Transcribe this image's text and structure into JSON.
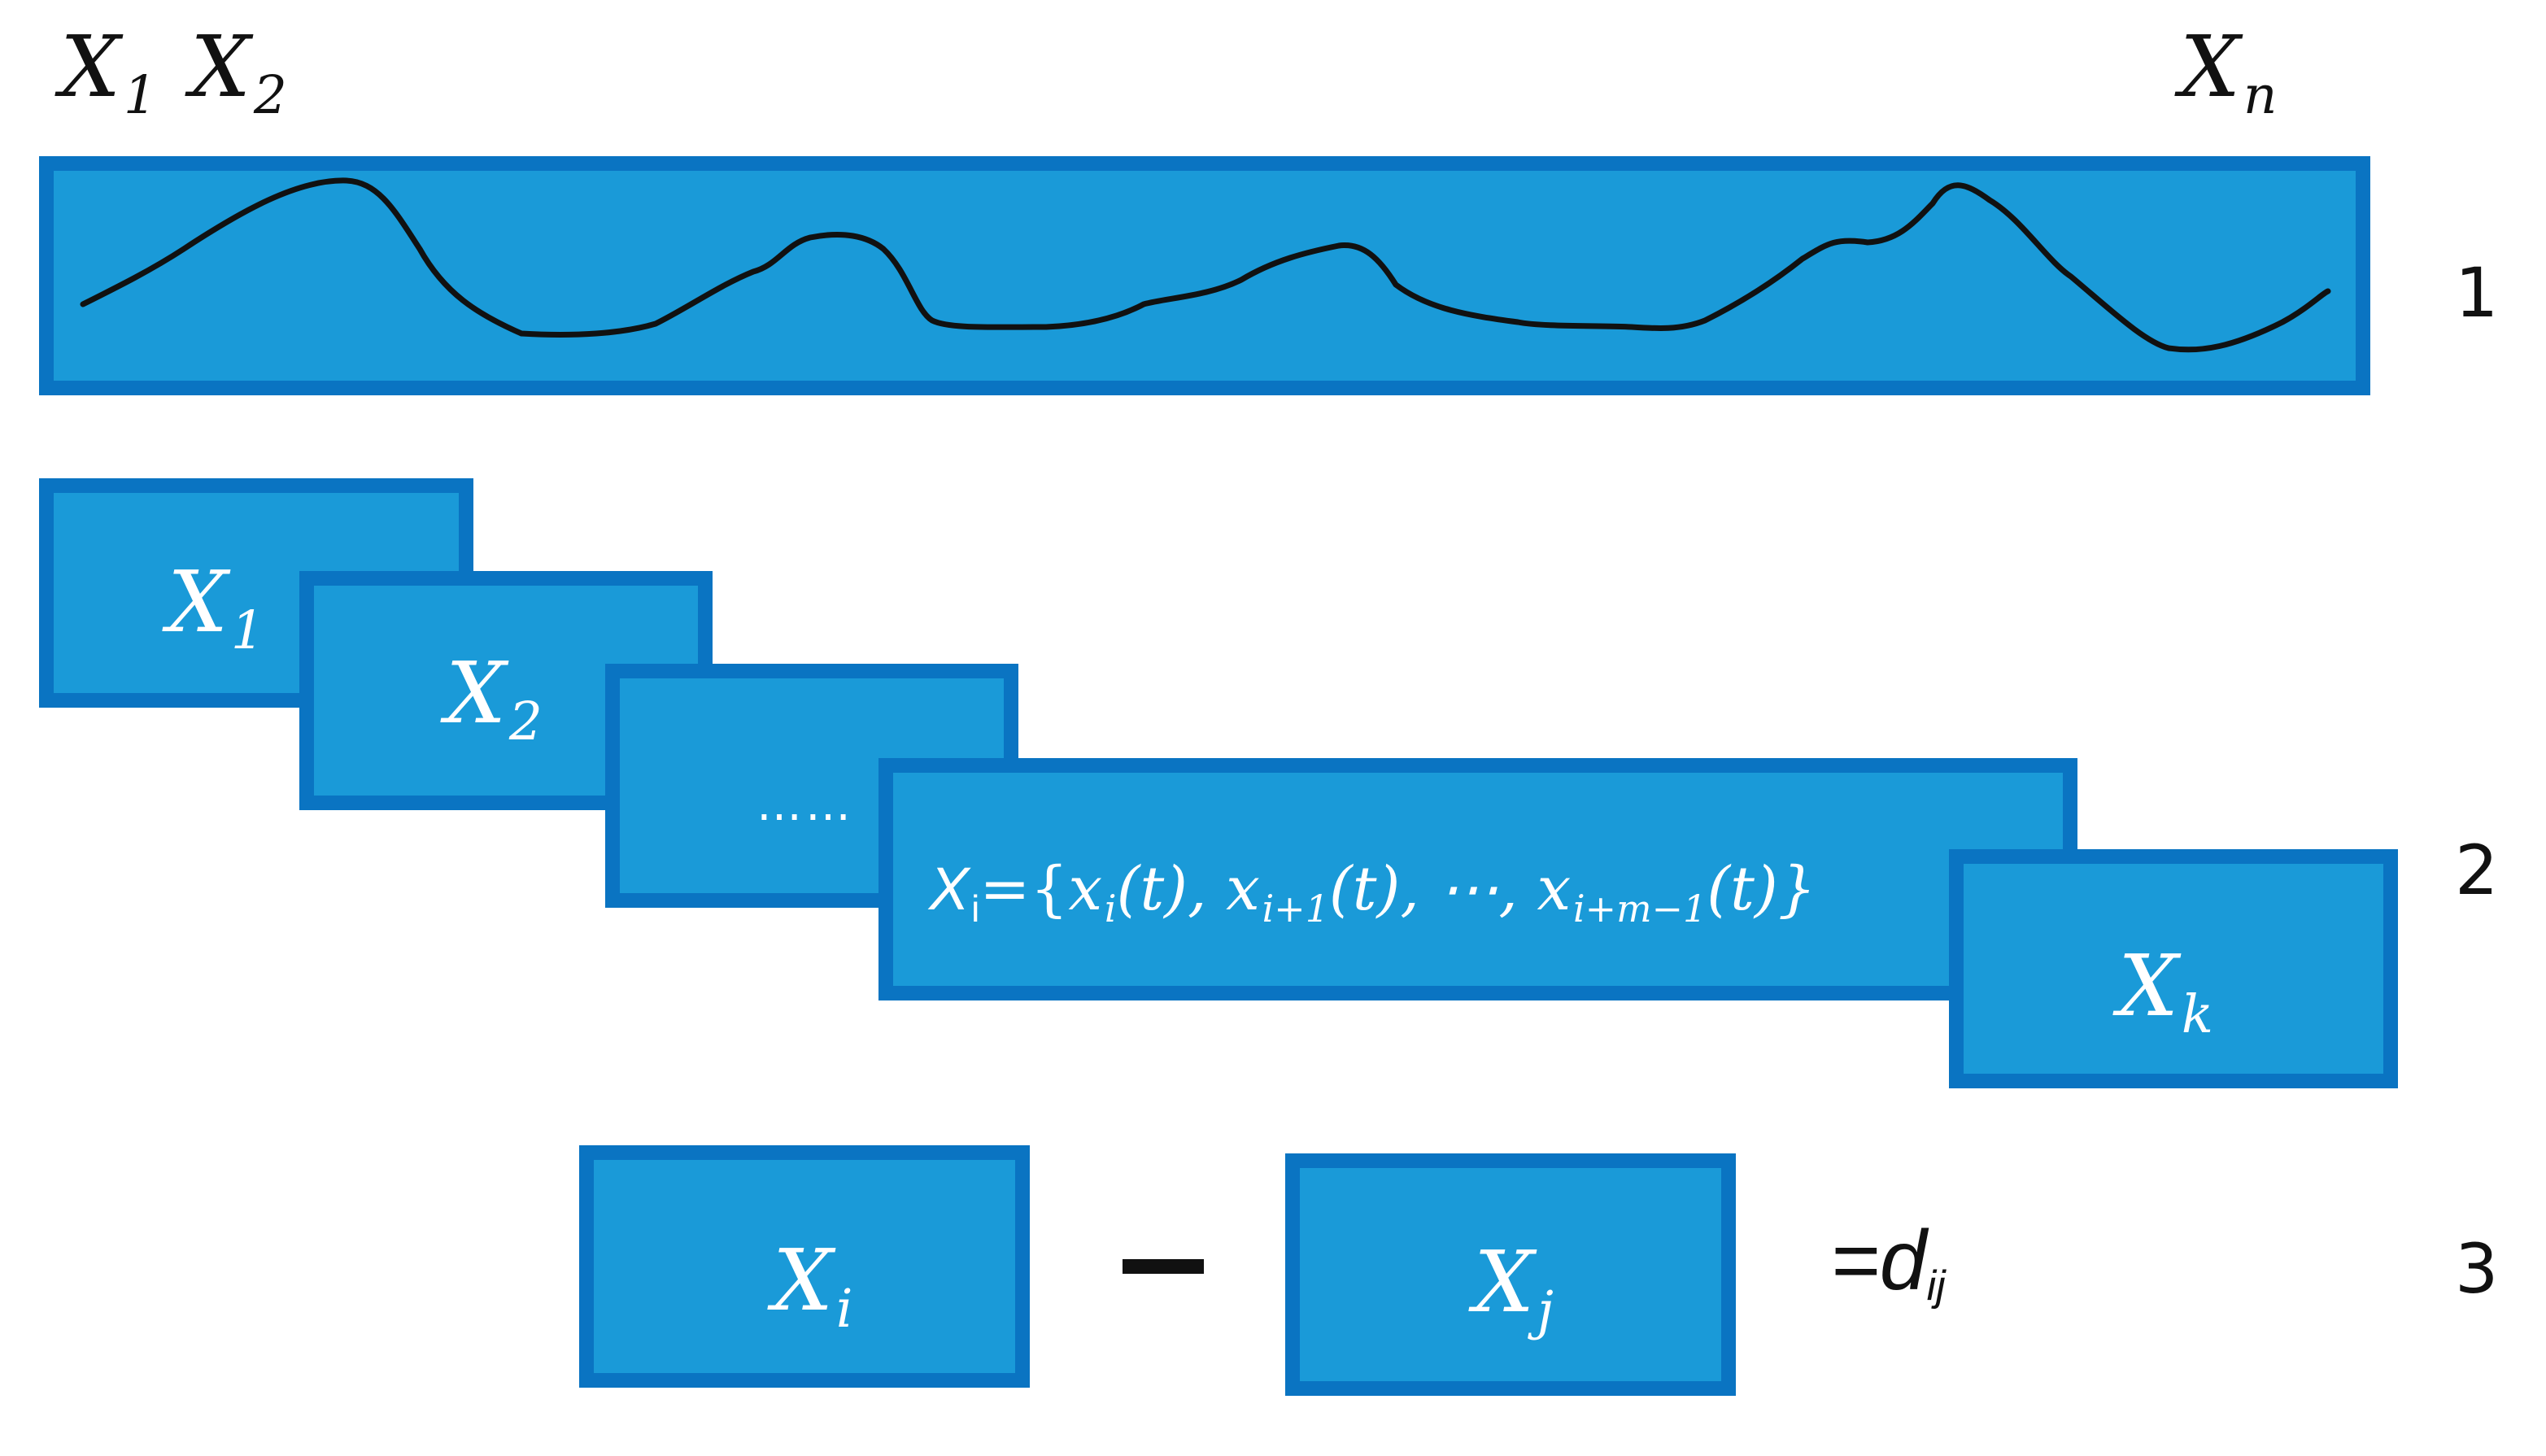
{
  "top_labels": {
    "x1": {
      "base": "X",
      "sub": "1"
    },
    "x2": {
      "base": "X",
      "sub": "2"
    },
    "xn": {
      "base": "X",
      "sub": "n"
    }
  },
  "windows": {
    "w1": {
      "base": "X",
      "sub": "1"
    },
    "w2": {
      "base": "X",
      "sub": "2"
    },
    "ellipsis": "……",
    "formula": {
      "lhs_base": "X",
      "lhs_sub": "i",
      "open": "={",
      "t1_base": "x",
      "t1_sub": "i",
      "t1_arg": "(t), ",
      "t2_base": "x",
      "t2_sub": "i+1",
      "t2_arg": "(t), ⋯, ",
      "t3_base": "x",
      "t3_sub": "i+m−1",
      "t3_arg": "(t)}"
    },
    "wk": {
      "base": "X",
      "sub": "k"
    }
  },
  "distance": {
    "xi": {
      "base": "X",
      "sub": "i"
    },
    "minus": "−",
    "xj": {
      "base": "X",
      "sub": "j"
    },
    "result": "=d",
    "result_sub": "ij"
  },
  "row_numbers": [
    "1",
    "2",
    "3"
  ],
  "colors": {
    "box_fill": "#1a9ad8",
    "box_border": "#0a74c2",
    "text_on_box": "#ffffff",
    "curve": "#111111"
  }
}
